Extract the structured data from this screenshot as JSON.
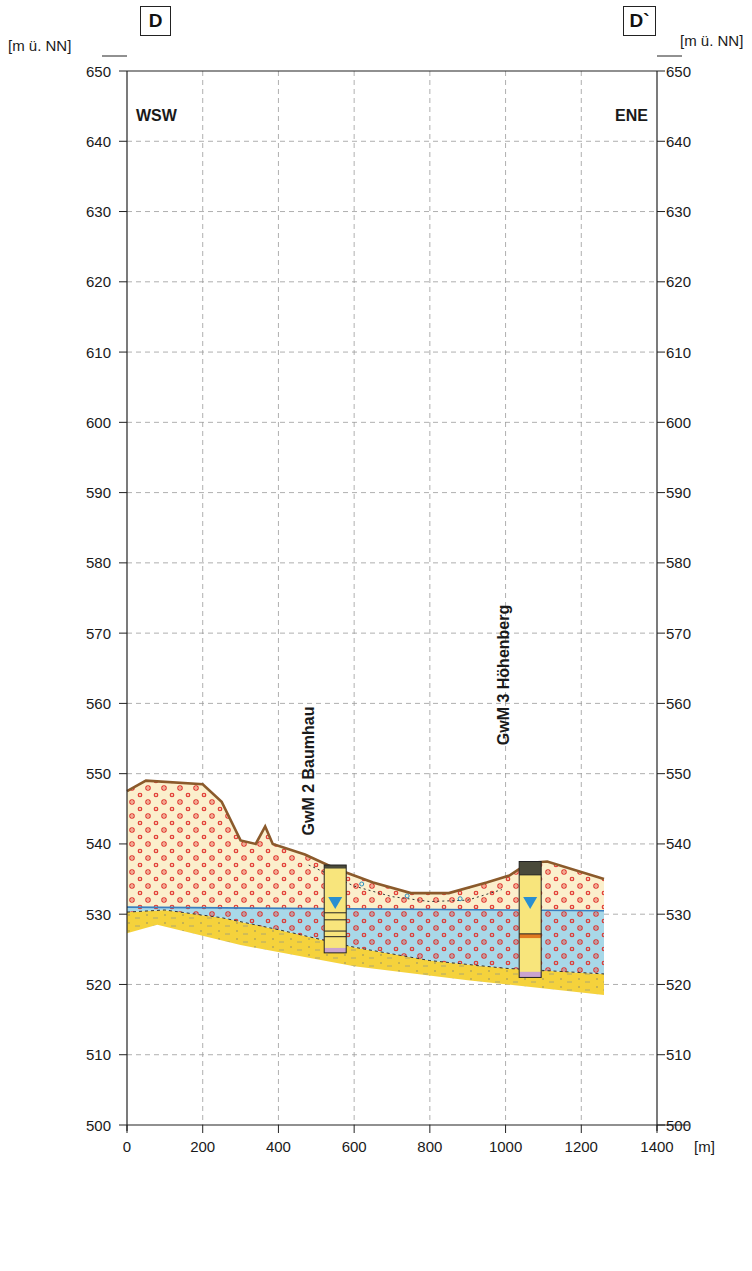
{
  "diagram": {
    "nodes": [
      {
        "text": [
          "D"
        ]
      },
      {
        "text": [
          "D`"
        ]
      }
    ],
    "labels": [
      "[m ü. NN]",
      "[m ü. NN]",
      "WSW",
      "ENE",
      "650",
      "640",
      "630",
      "620",
      "610",
      "600",
      "590",
      "580",
      "570",
      "560",
      "550",
      "540",
      "530",
      "520",
      "510",
      "500",
      "650",
      "640",
      "630",
      "620",
      "610",
      "600",
      "590",
      "580",
      "570",
      "560",
      "550",
      "540",
      "530",
      "520",
      "510",
      "500",
      "0",
      "200",
      "400",
      "600",
      "800",
      "1000",
      "1200",
      "1400",
      "[m]",
      "GwM 2 Baumhau",
      "GwM 3 Höhenberg"
    ]
  }
}
